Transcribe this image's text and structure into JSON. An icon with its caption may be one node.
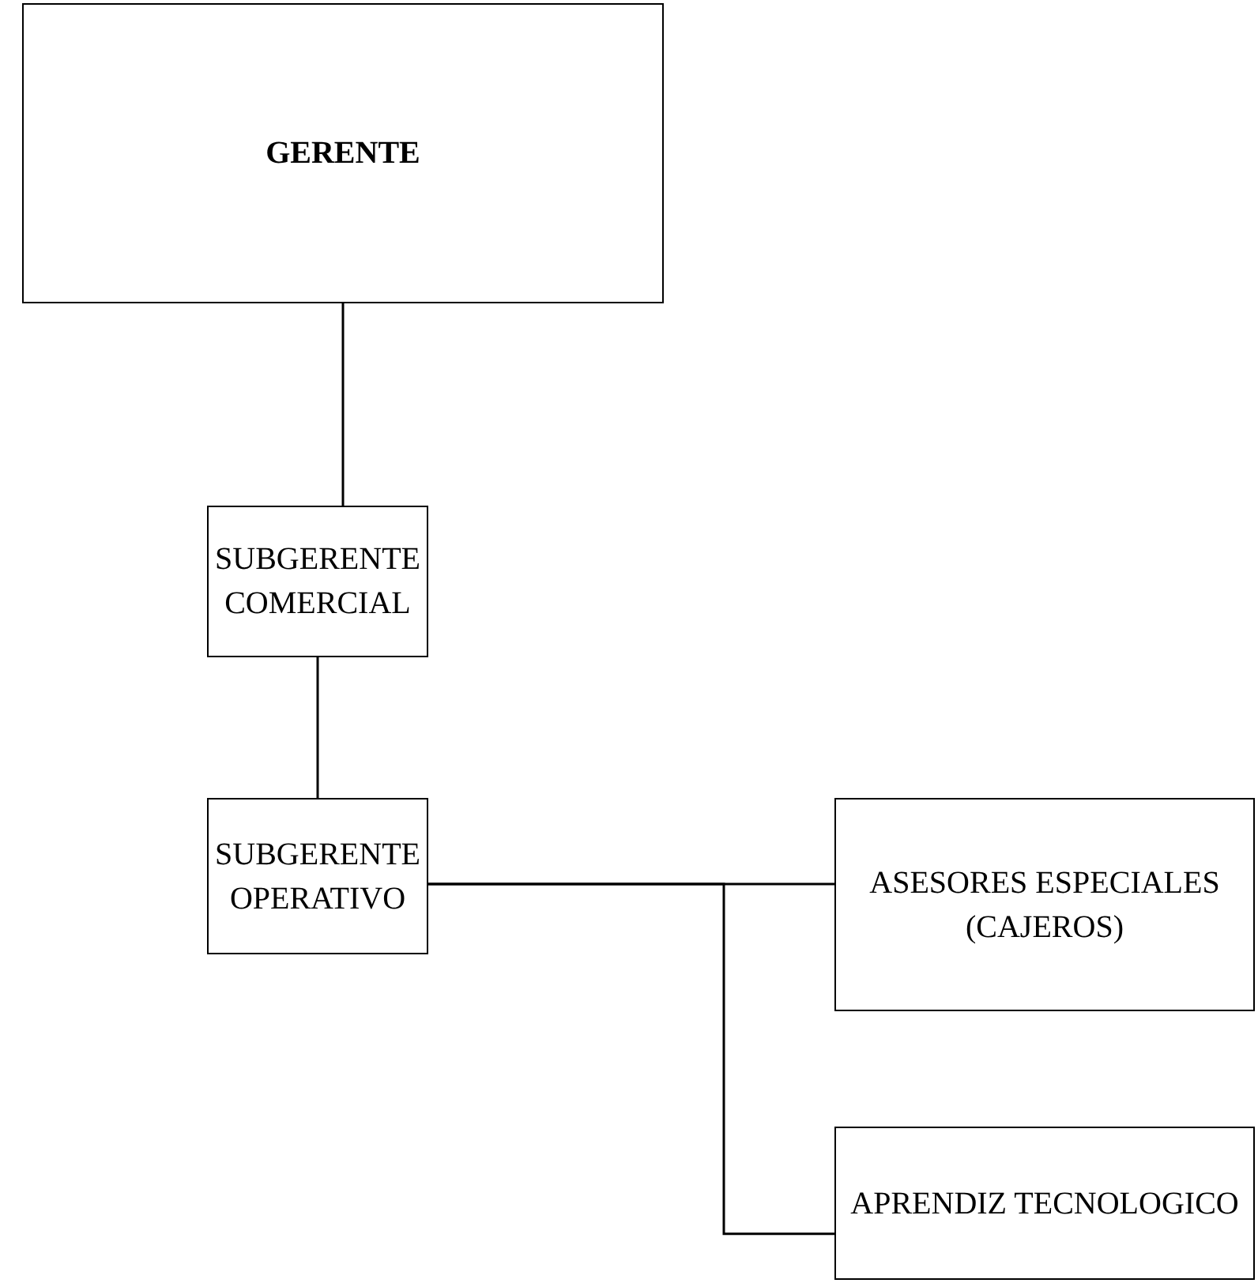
{
  "diagram": {
    "nodes": [
      {
        "text": [
          "GERENTE"
        ]
      },
      {
        "text": [
          "SUBGERENTE COMERCIAL"
        ]
      },
      {
        "text": [
          "SUBGERENTE OPERATIVO"
        ]
      },
      {
        "text": [
          "ASESORES ESPECIALES (CAJEROS)"
        ]
      },
      {
        "text": [
          "APRENDIZ TECNOLOGICO"
        ]
      }
    ],
    "edges": [
      {
        "from": 0,
        "to": 1,
        "arrow": "none"
      },
      {
        "from": 1,
        "to": 2,
        "arrow": "none"
      },
      {
        "from": 2,
        "to": 3,
        "arrow": "none"
      },
      {
        "from": 2,
        "to": 4,
        "arrow": "none"
      }
    ]
  }
}
